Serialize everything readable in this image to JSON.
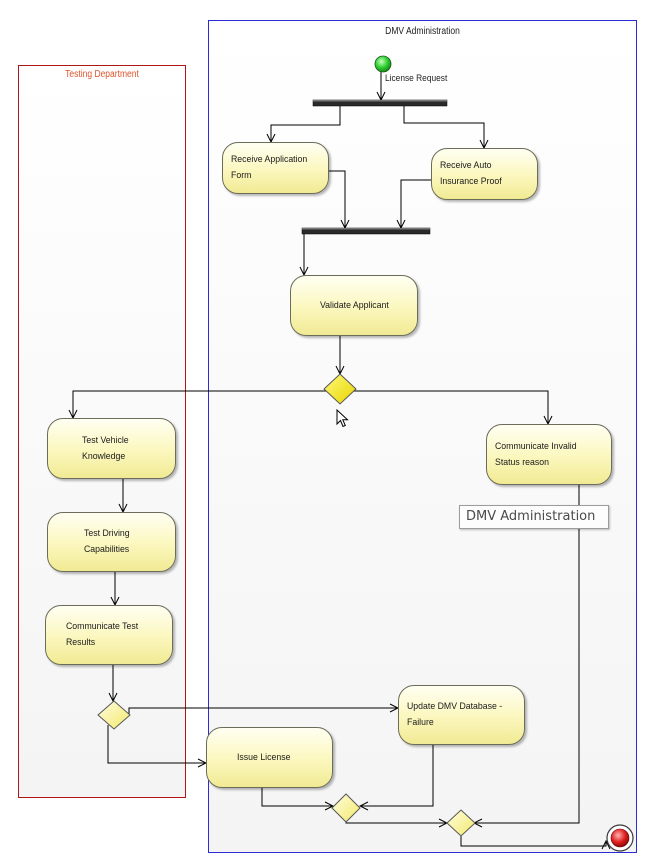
{
  "lanes": {
    "dmv_title": "DMV Administration",
    "testing_title": "Testing Department"
  },
  "nodes": {
    "start_label": "License Request",
    "receive_application": "Receive Application\nForm",
    "receive_insurance": "Receive Auto\nInsurance Proof",
    "validate_applicant": "Validate Applicant",
    "communicate_invalid": "Communicate Invalid\nStatus reason",
    "test_vehicle": "Test Vehicle\nKnowledge",
    "test_driving": "Test Driving\nCapabilities",
    "communicate_results": "Communicate Test\nResults",
    "update_dmv": "Update DMV Database -\nFailure",
    "issue_license": "Issue License"
  },
  "tooltip": {
    "text": "DMV Administration"
  }
}
